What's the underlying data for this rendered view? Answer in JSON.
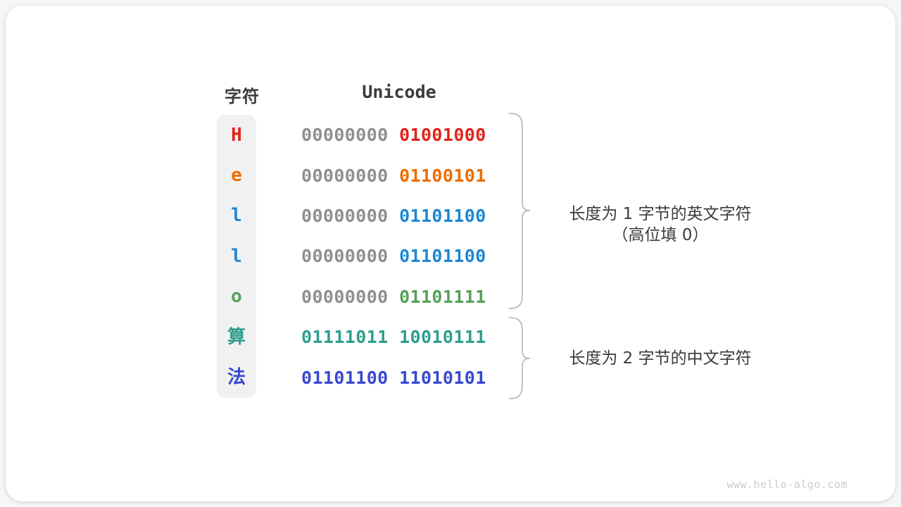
{
  "page": {
    "watermark": "www.hello-algo.com"
  },
  "table": {
    "char_header": "字符",
    "unicode_header": "Unicode",
    "rows": [
      {
        "char": "H",
        "char_color": "#e2231a",
        "byte1": "00000000",
        "byte1_color": "#8f8f8f",
        "byte2": "01001000",
        "byte2_color": "#e2231a"
      },
      {
        "char": "e",
        "char_color": "#ed6c00",
        "byte1": "00000000",
        "byte1_color": "#8f8f8f",
        "byte2": "01100101",
        "byte2_color": "#ed6c00"
      },
      {
        "char": "l",
        "char_color": "#1c87d5",
        "byte1": "00000000",
        "byte1_color": "#8f8f8f",
        "byte2": "01101100",
        "byte2_color": "#1c87d5"
      },
      {
        "char": "l",
        "char_color": "#1c87d5",
        "byte1": "00000000",
        "byte1_color": "#8f8f8f",
        "byte2": "01101100",
        "byte2_color": "#1c87d5"
      },
      {
        "char": "o",
        "char_color": "#55a15a",
        "byte1": "00000000",
        "byte1_color": "#8f8f8f",
        "byte2": "01101111",
        "byte2_color": "#55a15a"
      },
      {
        "char": "算",
        "char_color": "#2f9e8e",
        "byte1": "01111011",
        "byte1_color": "#2f9e8e",
        "byte2": "10010111",
        "byte2_color": "#2f9e8e"
      },
      {
        "char": "法",
        "char_color": "#3748d1",
        "byte1": "01101100",
        "byte1_color": "#3748d1",
        "byte2": "11010101",
        "byte2_color": "#3748d1"
      }
    ]
  },
  "braces": [
    {
      "label_line1": "长度为 1 字节的英文字符",
      "label_line2": "（高位填 0）"
    },
    {
      "label_line1": "长度为 2 字节的中文字符",
      "label_line2": ""
    }
  ],
  "colors": {
    "red": "#e2231a",
    "orange": "#ed6c00",
    "blue": "#1c87d5",
    "green": "#55a15a",
    "teal": "#2f9e8e",
    "indigo": "#3748d1",
    "byte_gray": "#8f8f8f",
    "text_dark": "#3b3b3b",
    "brace_gray": "#b4b4b4",
    "char_column_bg": "#f1f1f1"
  }
}
